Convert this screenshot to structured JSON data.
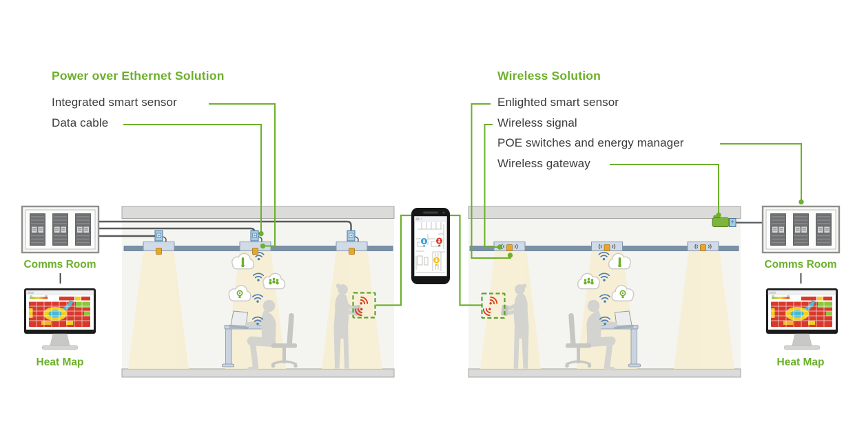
{
  "left": {
    "title": "Power over Ethernet Solution",
    "callouts": [
      {
        "label": "Integrated smart sensor"
      },
      {
        "label": "Data cable"
      }
    ],
    "comms_label": "Comms Room",
    "heatmap_label": "Heat Map"
  },
  "right": {
    "title": "Wireless Solution",
    "callouts": [
      {
        "label": "Enlighted smart sensor"
      },
      {
        "label": "Wireless signal"
      },
      {
        "label": "POE switches and energy manager"
      },
      {
        "label": "Wireless gateway"
      }
    ],
    "comms_label": "Comms Room",
    "heatmap_label": "Heat Map"
  },
  "colors": {
    "accent_green": "#6cb02b",
    "label_text": "#3b3b3b",
    "wifi_blue": "#4a7db5",
    "alert_red": "#d6411f",
    "sensor_orange": "#eaa62b",
    "cable_gray": "#595a5c",
    "silhouette_gray": "#d3d3d0"
  },
  "icons": [
    "server-rack-icon",
    "heat-map-monitor-icon",
    "light-fixture-icon",
    "smart-sensor-icon",
    "poe-node-icon",
    "data-cable-icon",
    "wifi-icon",
    "cloud-thermometer-icon",
    "cloud-occupancy-icon",
    "cloud-lightbulb-icon",
    "tablet-signal-icon",
    "smartphone-floorplan-icon",
    "wireless-gateway-icon",
    "map-pin-icon"
  ]
}
